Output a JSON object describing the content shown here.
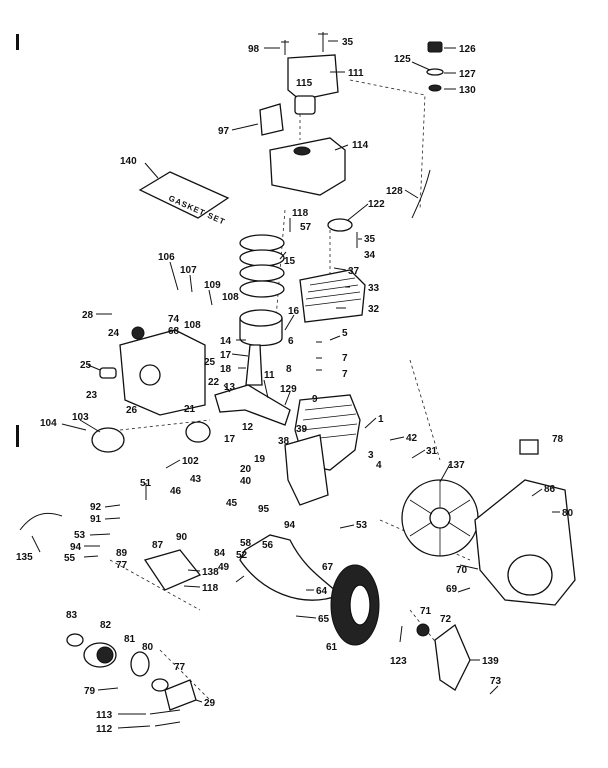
{
  "gasket_kit_label": "GASKET SET",
  "callouts": [
    "35",
    "98",
    "111",
    "125",
    "126",
    "127",
    "130",
    "115",
    "97",
    "114",
    "140",
    "128",
    "122",
    "118",
    "57",
    "35",
    "34",
    "15",
    "37",
    "33",
    "32",
    "106",
    "107",
    "109",
    "108",
    "28",
    "74",
    "68",
    "108",
    "16",
    "5",
    "24",
    "14",
    "6",
    "7",
    "25",
    "25",
    "17",
    "18",
    "8",
    "7",
    "23",
    "26",
    "22",
    "13",
    "11",
    "129",
    "9",
    "104",
    "103",
    "21",
    "12",
    "17",
    "39",
    "38",
    "1",
    "42",
    "31",
    "78",
    "102",
    "20",
    "19",
    "40",
    "43",
    "3",
    "4",
    "137",
    "51",
    "46",
    "45",
    "95",
    "86",
    "80",
    "92",
    "91",
    "94",
    "53",
    "53",
    "94",
    "55",
    "89",
    "90",
    "87",
    "58",
    "56",
    "52",
    "84",
    "49",
    "67",
    "138",
    "77",
    "118",
    "135",
    "83",
    "82",
    "81",
    "80",
    "77",
    "79",
    "29",
    "113",
    "112",
    "64",
    "65",
    "61",
    "123",
    "71",
    "72",
    "139",
    "73",
    "70",
    "69"
  ]
}
